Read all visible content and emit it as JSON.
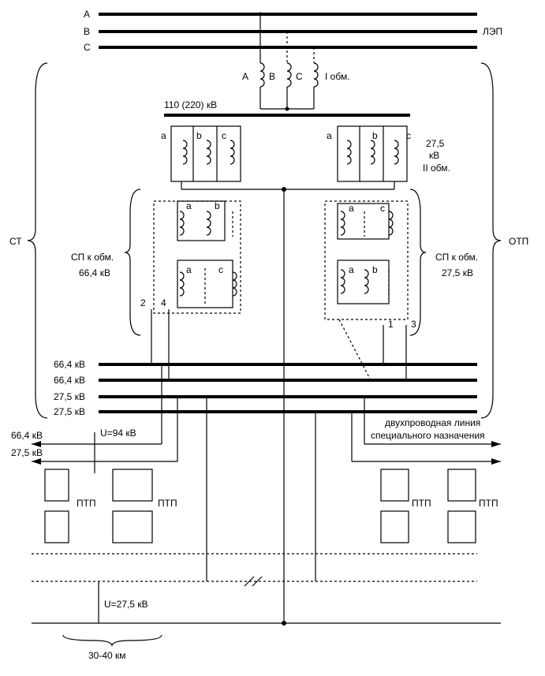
{
  "line_phases": [
    "A",
    "B",
    "C"
  ],
  "line_label": "ЛЭП",
  "primary_phases": [
    "A",
    "B",
    "C"
  ],
  "primary_winding": "I обм.",
  "hv_bus": "110 (220) кВ",
  "sec_left_phases": [
    "a",
    "b",
    "c"
  ],
  "sec_right_phases": [
    "a",
    "b",
    "c"
  ],
  "sec_voltage": "27,5",
  "sec_unit": "кВ",
  "sec_winding": "II обм.",
  "st_label": "СТ",
  "otp_label": "ОТП",
  "sp_left": {
    "line1": "СП к обм.",
    "line2": "66,4 кВ",
    "p1": "a",
    "p2": "b",
    "p3": "a",
    "p4": "c",
    "t1": "2",
    "t2": "4"
  },
  "sp_right": {
    "line1": "СП к обм.",
    "line2": "27,5 кВ",
    "p1": "a",
    "p2": "c",
    "p3": "a",
    "p4": "b",
    "t1": "1",
    "t2": "3"
  },
  "buses": [
    "66,4 кВ",
    "66,4 кВ",
    "27,5 кВ",
    "27,5 кВ"
  ],
  "feeder_66": "66,4 кВ",
  "feeder_27": "27,5 кВ",
  "u94": "U=94 кВ",
  "special_line": [
    "двухпроводная линия",
    "специального назначения"
  ],
  "ptp": "ПТП",
  "u275": "U=27,5 кВ",
  "distance": "30-40 км"
}
